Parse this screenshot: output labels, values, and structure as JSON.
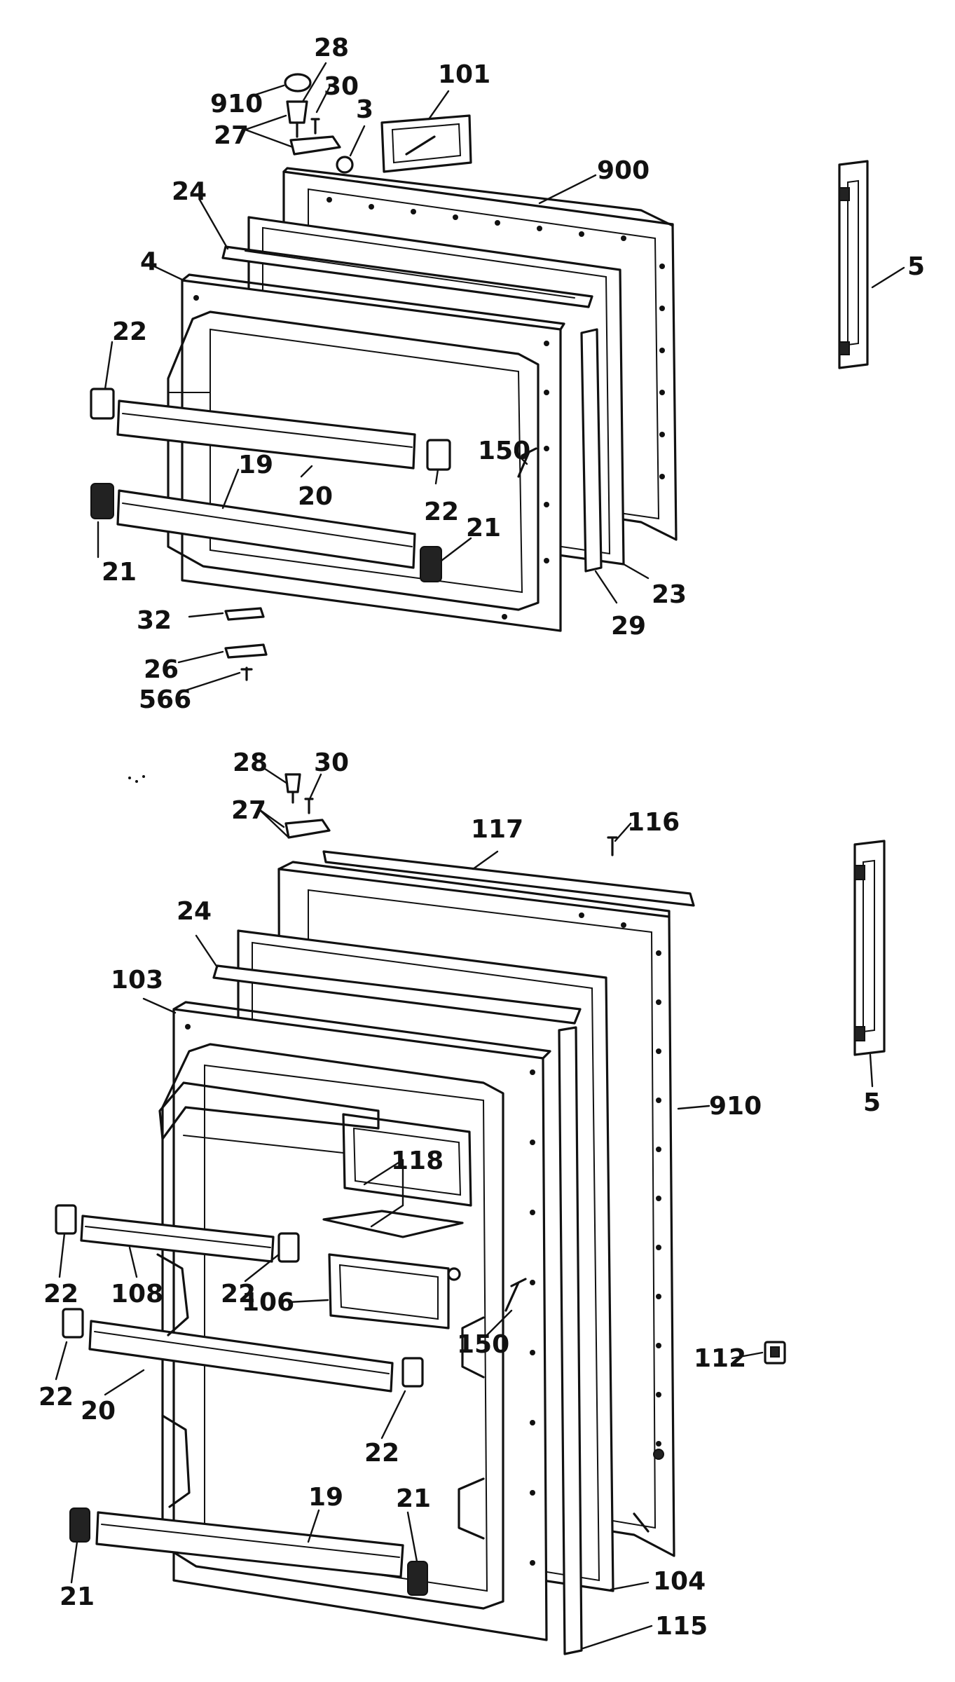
{
  "diagram": {
    "upper_door_callouts": [
      "28",
      "910",
      "30",
      "3",
      "101",
      "27",
      "900",
      "24",
      "4",
      "5",
      "22",
      "150",
      "19",
      "20",
      "22",
      "21",
      "21",
      "23",
      "29",
      "32",
      "26",
      "566"
    ],
    "lower_door_callouts": [
      "28",
      "30",
      "27",
      "117",
      "116",
      "24",
      "103",
      "5",
      "910",
      "118",
      "22",
      "108",
      "22",
      "106",
      "150",
      "112",
      "22",
      "20",
      "22",
      "19",
      "21",
      "21",
      "104",
      "115"
    ]
  }
}
